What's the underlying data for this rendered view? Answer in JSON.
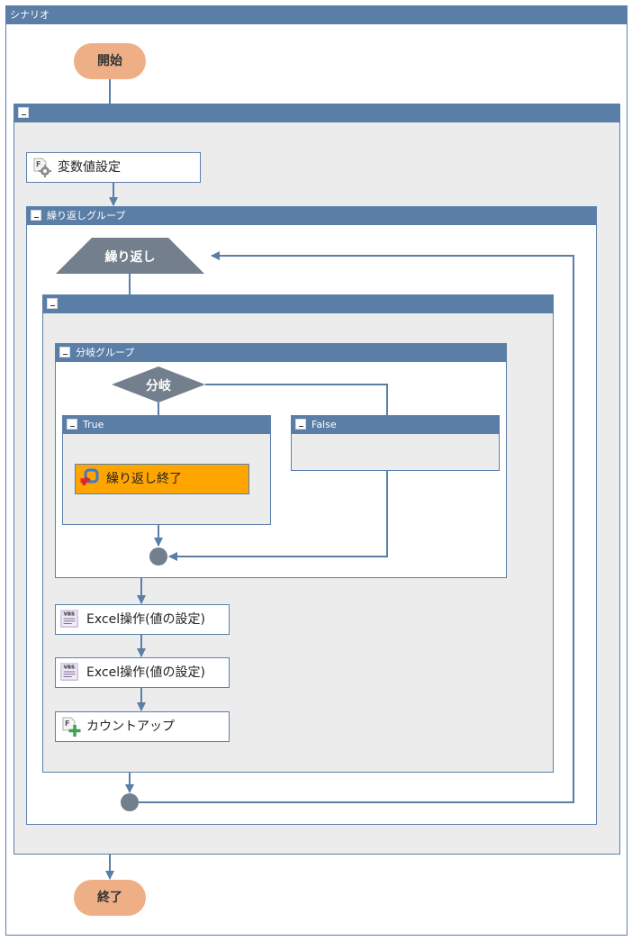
{
  "scenario": {
    "title": "シナリオ",
    "start_label": "開始",
    "end_label": "終了"
  },
  "outer_group": {
    "collapse_symbol": "-"
  },
  "steps": {
    "set_variable": "変数値設定",
    "loop_group": "繰り返しグループ",
    "loop_label": "繰り返し",
    "branch_group": "分岐グループ",
    "branch_label": "分岐",
    "true_label": "True",
    "false_label": "False",
    "loop_end": "繰り返し終了",
    "excel_1": "Excel操作(値の設定)",
    "excel_2": "Excel操作(値の設定)",
    "count_up": "カウントアップ"
  },
  "icons": {
    "set_variable": "function-gear-icon",
    "loop_end": "loop-exit-icon",
    "excel": "vbs-script-icon",
    "count_up": "function-plus-icon"
  },
  "colors": {
    "header": "#5a7ea6",
    "border": "#5b80ab",
    "group_bg": "#ececec",
    "oval": "#efaf86",
    "shape": "#737f8c",
    "highlight": "#ffa500"
  }
}
